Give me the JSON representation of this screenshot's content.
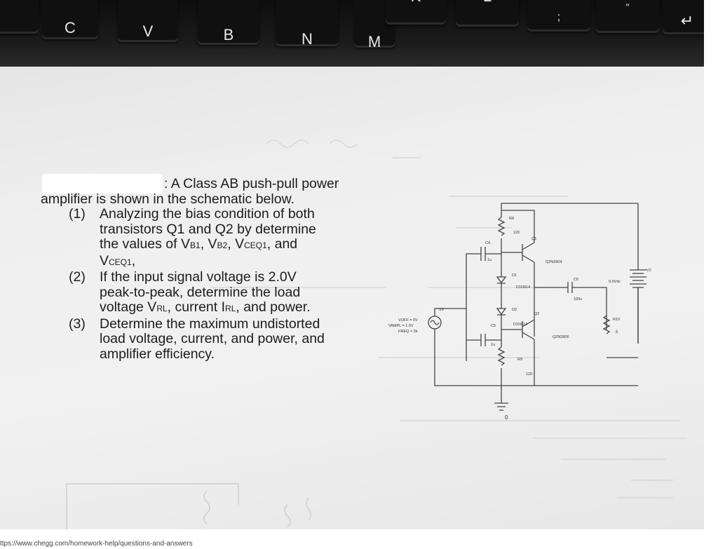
{
  "keyboard": {
    "keys": [
      "C",
      "V",
      "B",
      "N",
      "M",
      "K",
      "L",
      ";",
      "\"",
      "↵"
    ]
  },
  "problem": {
    "lead": ": A Class AB push-pull power",
    "lead_cont": "amplifier is shown in the schematic below.",
    "items": [
      {
        "num": "(1)",
        "lines": [
          "Analyzing the bias condition of both",
          "transistors Q1 and Q2 by determine"
        ],
        "values_prefix": "the values of V",
        "b1": "B1",
        "b2": "B2",
        "ceq1": "CEQ1",
        "v": "V",
        "comma": ", ",
        "and": ", and",
        "end": ","
      },
      {
        "num": "(2)",
        "lines": [
          "If the input signal voltage is 2.0V",
          "peak-to-peak, determine the load"
        ],
        "last_prefix": "voltage V",
        "rl": "RL",
        "current": ", current I",
        "power": ", and power."
      },
      {
        "num": "(3)",
        "lines": [
          "Determine the maximum undistorted",
          "load voltage, current, and power, and",
          "amplifier efficiency."
        ]
      }
    ]
  },
  "schematic": {
    "labels": {
      "r8": "R8",
      "r8v": "120",
      "q1": "Q1",
      "c4": "C4",
      "c4v": "1u",
      "q1part": "Q2N3904",
      "d1": "D1",
      "d1part": "D1N914",
      "c6": "C6",
      "c6v": "100u",
      "vdc": "9.0Vdc",
      "v2": "V2",
      "v3": "V3",
      "voff": "VOFF = 0V",
      "vampl": "VAMPL = 1.0V",
      "freq": "FREQ = 3k",
      "d2": "D2",
      "q2": "Q2",
      "d2part": "D1N914",
      "c5": "C5",
      "c5v": "1u",
      "r10": "R10",
      "r10v": "8",
      "q2part": "Q2N3906",
      "r9": "R9",
      "r9v": "120",
      "gnd": "0"
    }
  },
  "caption": "ttps://www.chegg.com/homework-help/questions-and-answers"
}
